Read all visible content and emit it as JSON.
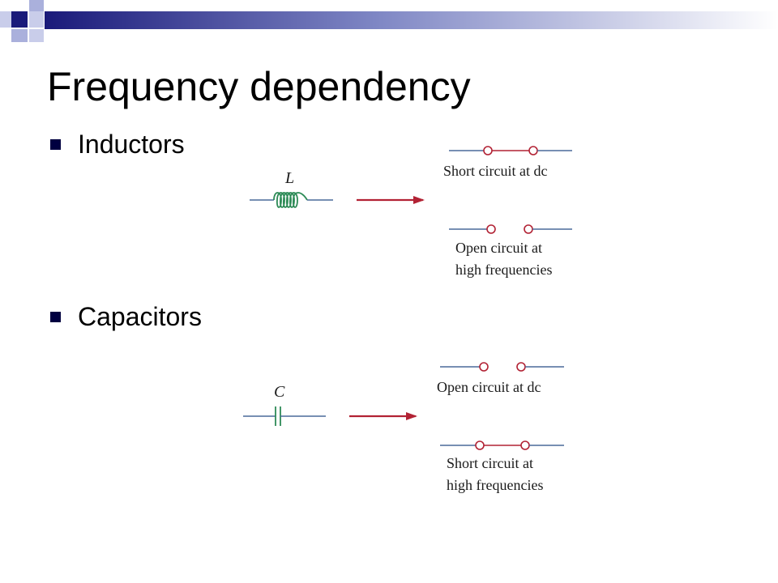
{
  "slide": {
    "title": "Frequency dependency",
    "bullets": [
      {
        "label": "Inductors"
      },
      {
        "label": "Capacitors"
      }
    ]
  },
  "inductor_diagram": {
    "symbol_label": "L",
    "result_top_caption": "Short circuit at dc",
    "result_bottom_caption_line1": "Open circuit at",
    "result_bottom_caption_line2": "high frequencies"
  },
  "capacitor_diagram": {
    "symbol_label": "C",
    "result_top_caption": "Open circuit at dc",
    "result_bottom_caption_line1": "Short circuit at",
    "result_bottom_caption_line2": "high frequencies"
  },
  "colors": {
    "wire": "#4a6a9a",
    "element": "#2e8b57",
    "arrow": "#b22234",
    "terminal": "#b22234",
    "bullet": "#000040",
    "deco_dark": "#1a1a7a",
    "deco_light": "#aab0dc"
  }
}
